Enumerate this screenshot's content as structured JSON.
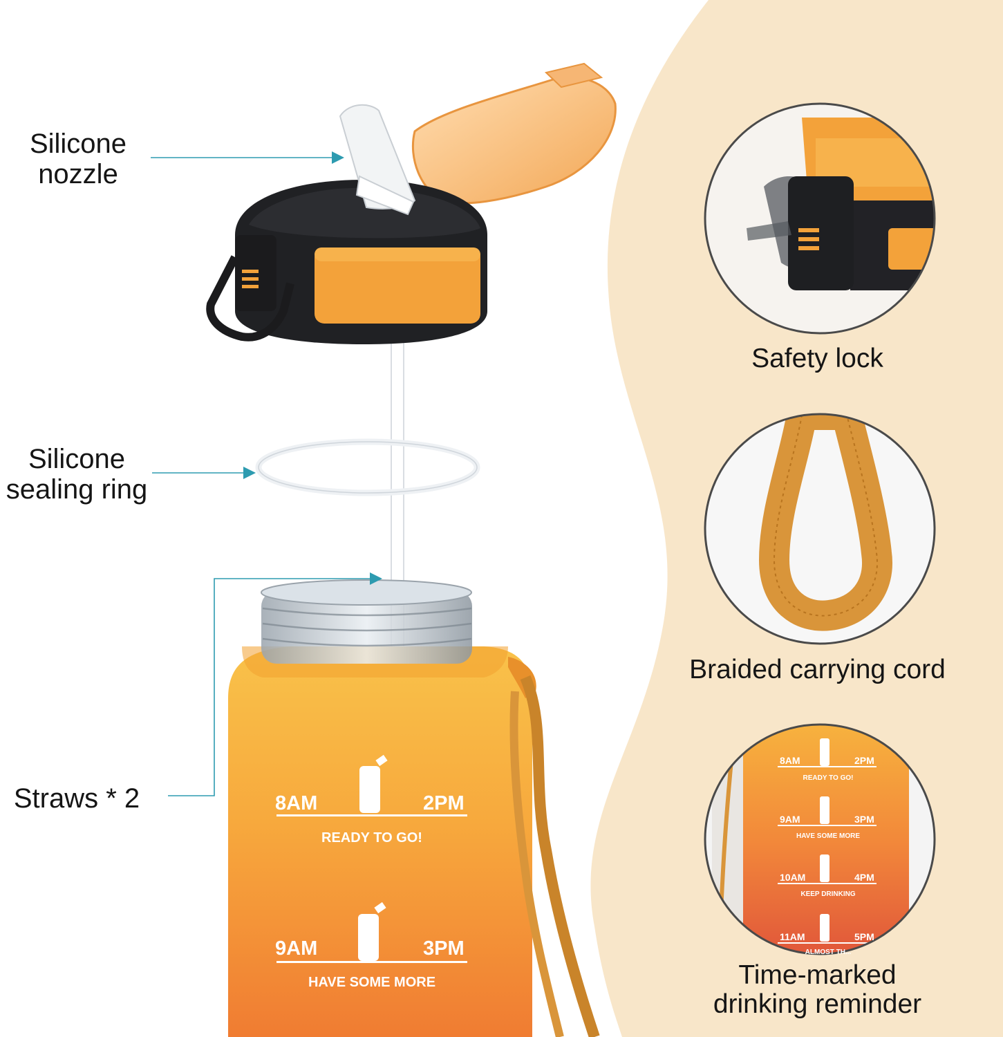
{
  "labels": {
    "nozzle": [
      "Silicone",
      "nozzle"
    ],
    "sealing_ring": [
      "Silicone",
      "sealing ring"
    ],
    "straws": "Straws * 2"
  },
  "callouts": {
    "safety_lock": "Safety lock",
    "carrying_cord": "Braided carrying cord",
    "reminder": [
      "Time-marked",
      "drinking reminder"
    ]
  },
  "bottle_markings": [
    {
      "left": "8AM",
      "right": "2PM",
      "text": "READY TO GO!"
    },
    {
      "left": "9AM",
      "right": "3PM",
      "text": "HAVE SOME MORE"
    }
  ],
  "zoom_markings": [
    {
      "left": "8AM",
      "right": "2PM",
      "text": "READY TO GO!"
    },
    {
      "left": "9AM",
      "right": "3PM",
      "text": "HAVE SOME MORE"
    },
    {
      "left": "10AM",
      "right": "4PM",
      "text": "KEEP DRINKING"
    },
    {
      "left": "11AM",
      "right": "5PM",
      "text": "ALMOST TH..."
    }
  ],
  "colors": {
    "accent_line": "#2d9bb0",
    "beige": "#f8e6c9",
    "orange": "#f5a93a",
    "cord": "#c9842a"
  }
}
